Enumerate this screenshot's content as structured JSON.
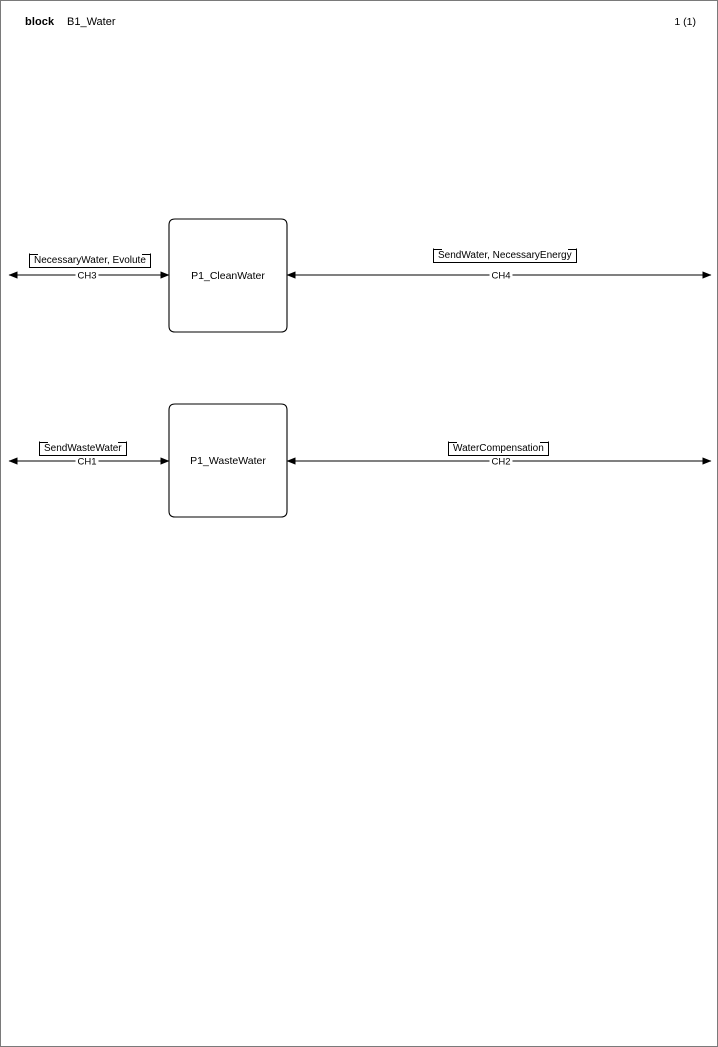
{
  "header": {
    "kind": "block",
    "name": "B1_Water",
    "page_indicator": "1 (1)"
  },
  "diagram": {
    "type": "sdl-block-diagram",
    "blocks": [
      {
        "id": "p1",
        "label": "P1_CleanWater"
      },
      {
        "id": "p2",
        "label": "P1_WasteWater"
      }
    ],
    "channels": [
      {
        "id": "ch3",
        "name": "CH3",
        "signals": "NecessaryWater, Evolute",
        "target_block": "P1_CleanWater",
        "side": "left",
        "direction": "bidirectional"
      },
      {
        "id": "ch4",
        "name": "CH4",
        "signals": "SendWater, NecessaryEnergy",
        "target_block": "P1_CleanWater",
        "side": "right",
        "direction": "bidirectional"
      },
      {
        "id": "ch1",
        "name": "CH1",
        "signals": "SendWasteWater",
        "target_block": "P1_WasteWater",
        "side": "left",
        "direction": "bidirectional"
      },
      {
        "id": "ch2",
        "name": "CH2",
        "signals": "WaterCompensation",
        "target_block": "P1_WasteWater",
        "side": "right",
        "direction": "bidirectional"
      }
    ]
  },
  "colors": {
    "line": "#000000",
    "page_border": "#7a7a7a",
    "background": "#ffffff"
  }
}
